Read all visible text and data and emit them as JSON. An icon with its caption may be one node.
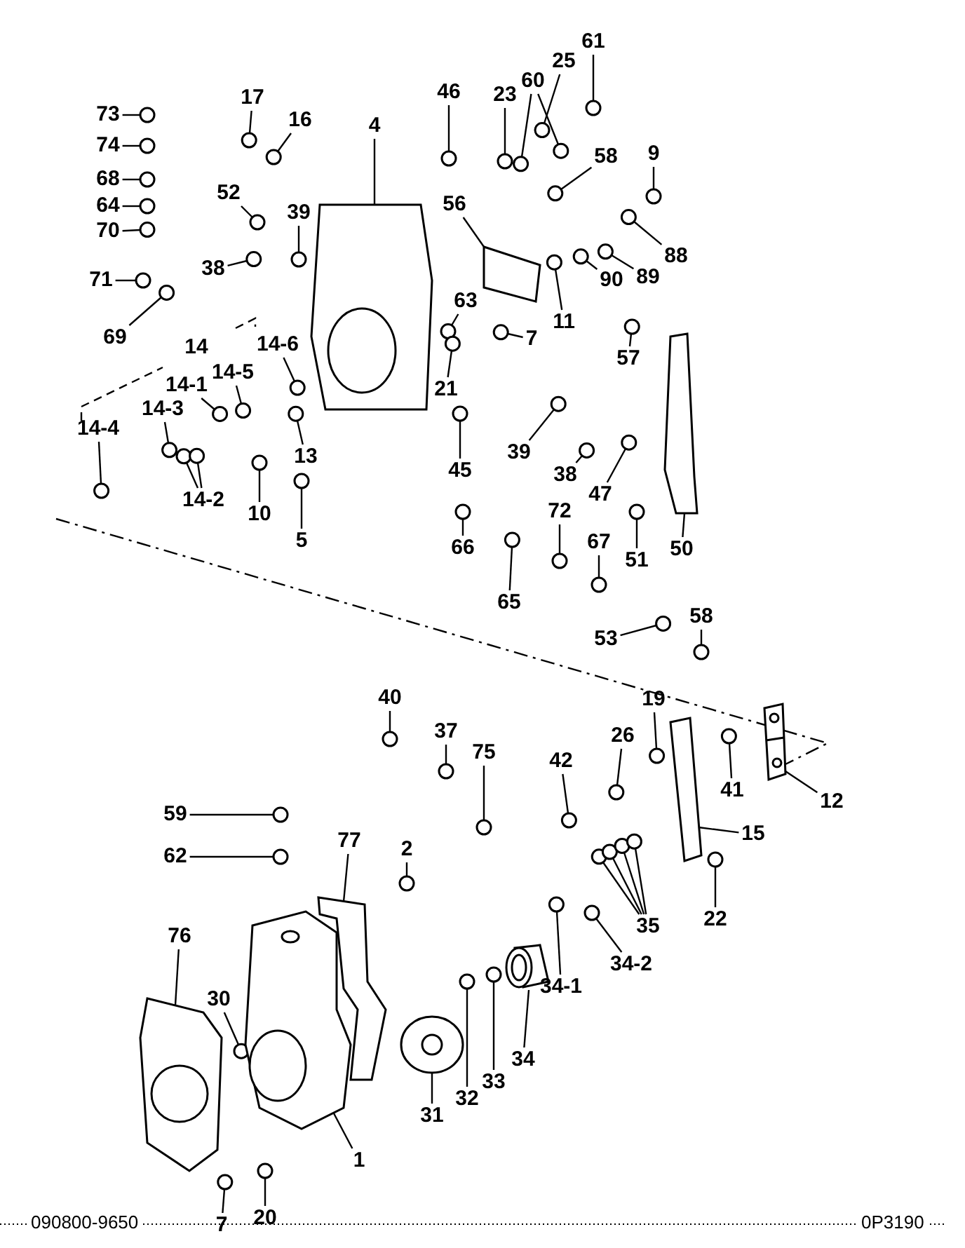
{
  "diagram": {
    "nodes": [
      {
        "text": [
          "73"
        ]
      },
      {
        "text": [
          "74"
        ]
      },
      {
        "text": [
          "68"
        ]
      },
      {
        "text": [
          "64"
        ]
      },
      {
        "text": [
          "70"
        ]
      },
      {
        "text": [
          "71"
        ]
      },
      {
        "text": [
          "17"
        ]
      },
      {
        "text": [
          "16"
        ]
      },
      {
        "text": [
          "4"
        ]
      },
      {
        "text": [
          "46"
        ]
      },
      {
        "text": [
          "23"
        ]
      },
      {
        "text": [
          "60"
        ]
      },
      {
        "text": [
          "25"
        ]
      },
      {
        "text": [
          "61"
        ]
      },
      {
        "text": [
          "9"
        ]
      },
      {
        "text": [
          "58"
        ]
      },
      {
        "text": [
          "52"
        ]
      },
      {
        "text": [
          "39"
        ]
      },
      {
        "text": [
          "56"
        ]
      },
      {
        "text": [
          "38"
        ]
      },
      {
        "text": [
          "88"
        ]
      },
      {
        "text": [
          "89"
        ]
      },
      {
        "text": [
          "90"
        ]
      },
      {
        "text": [
          "63"
        ]
      },
      {
        "text": [
          "7"
        ]
      },
      {
        "text": [
          "11"
        ]
      },
      {
        "text": [
          "57"
        ]
      },
      {
        "text": [
          "69"
        ]
      },
      {
        "text": [
          "14"
        ]
      },
      {
        "text": [
          "14-6"
        ]
      },
      {
        "text": [
          "14-5"
        ]
      },
      {
        "text": [
          "14-1"
        ]
      },
      {
        "text": [
          "14-3"
        ]
      },
      {
        "text": [
          "14-4"
        ]
      },
      {
        "text": [
          "14-2"
        ]
      },
      {
        "text": [
          "13"
        ]
      },
      {
        "text": [
          "10"
        ]
      },
      {
        "text": [
          "5"
        ]
      },
      {
        "text": [
          "21"
        ]
      },
      {
        "text": [
          "45"
        ]
      },
      {
        "text": [
          "39"
        ]
      },
      {
        "text": [
          "38"
        ]
      },
      {
        "text": [
          "47"
        ]
      },
      {
        "text": [
          "50"
        ]
      },
      {
        "text": [
          "51"
        ]
      },
      {
        "text": [
          "72"
        ]
      },
      {
        "text": [
          "67"
        ]
      },
      {
        "text": [
          "66"
        ]
      },
      {
        "text": [
          "65"
        ]
      },
      {
        "text": [
          "53"
        ]
      },
      {
        "text": [
          "58"
        ]
      },
      {
        "text": [
          "40"
        ]
      },
      {
        "text": [
          "37"
        ]
      },
      {
        "text": [
          "75"
        ]
      },
      {
        "text": [
          "19"
        ]
      },
      {
        "text": [
          "26"
        ]
      },
      {
        "text": [
          "42"
        ]
      },
      {
        "text": [
          "41"
        ]
      },
      {
        "text": [
          "12"
        ]
      },
      {
        "text": [
          "15"
        ]
      },
      {
        "text": [
          "22"
        ]
      },
      {
        "text": [
          "35"
        ]
      },
      {
        "text": [
          "59"
        ]
      },
      {
        "text": [
          "62"
        ]
      },
      {
        "text": [
          "77"
        ]
      },
      {
        "text": [
          "2"
        ]
      },
      {
        "text": [
          "34-2"
        ]
      },
      {
        "text": [
          "34-1"
        ]
      },
      {
        "text": [
          "34"
        ]
      },
      {
        "text": [
          "33"
        ]
      },
      {
        "text": [
          "32"
        ]
      },
      {
        "text": [
          "31"
        ]
      },
      {
        "text": [
          "76"
        ]
      },
      {
        "text": [
          "30"
        ]
      },
      {
        "text": [
          "1"
        ]
      },
      {
        "text": [
          "7"
        ]
      },
      {
        "text": [
          "20"
        ]
      },
      {
        "text": [],
        "shape": "circle"
      },
      {
        "text": [],
        "shape": "circle"
      },
      {
        "text": [],
        "shape": "circle"
      },
      {
        "text": [],
        "shape": "circle"
      },
      {
        "text": [],
        "shape": "circle"
      },
      {
        "text": [],
        "shape": "circle"
      },
      {
        "text": [],
        "shape": "circle"
      },
      {
        "text": [],
        "shape": "circle"
      },
      {
        "text": [],
        "shape": "picture"
      },
      {
        "text": [],
        "shape": "circle"
      },
      {
        "text": [],
        "shape": "circle"
      },
      {
        "text": [],
        "shape": "circle"
      },
      {
        "text": [],
        "shape": "circle"
      },
      {
        "text": [],
        "shape": "circle"
      },
      {
        "text": [],
        "shape": "circle"
      },
      {
        "text": [],
        "shape": "circle"
      },
      {
        "text": [],
        "shape": "circle"
      },
      {
        "text": [],
        "shape": "circle"
      },
      {
        "text": [],
        "shape": "circle"
      },
      {
        "text": [],
        "shape": "picture"
      },
      {
        "text": [],
        "shape": "circle"
      },
      {
        "text": [],
        "shape": "circle"
      },
      {
        "text": [],
        "shape": "circle"
      },
      {
        "text": [],
        "shape": "circle"
      },
      {
        "text": [],
        "shape": "circle"
      },
      {
        "text": [],
        "shape": "circle"
      },
      {
        "text": [],
        "shape": "circle"
      },
      {
        "text": [],
        "shape": "circle"
      },
      {
        "text": [],
        "shape": "circle"
      },
      {
        "text": [],
        "shape": "circle"
      },
      {
        "text": [],
        "shape": "circle"
      },
      {
        "text": [],
        "shape": "circle"
      },
      {
        "text": [],
        "shape": "circle"
      },
      {
        "text": [],
        "shape": "circle"
      },
      {
        "text": [],
        "shape": "circle"
      },
      {
        "text": [],
        "shape": "circle"
      },
      {
        "text": [],
        "shape": "circle"
      },
      {
        "text": [],
        "shape": "circle"
      },
      {
        "text": [],
        "shape": "circle"
      },
      {
        "text": [],
        "shape": "circle"
      },
      {
        "text": [],
        "shape": "circle"
      },
      {
        "text": [],
        "shape": "circle"
      },
      {
        "text": [],
        "shape": "circle"
      },
      {
        "text": [],
        "shape": "circle"
      },
      {
        "text": [],
        "shape": "picture"
      },
      {
        "text": [],
        "shape": "circle"
      },
      {
        "text": [],
        "shape": "circle"
      },
      {
        "text": [],
        "shape": "circle"
      },
      {
        "text": [],
        "shape": "circle"
      },
      {
        "text": [],
        "shape": "circle"
      },
      {
        "text": [],
        "shape": "circle"
      },
      {
        "text": [],
        "shape": "circle"
      },
      {
        "text": [],
        "shape": "circle"
      },
      {
        "text": [],
        "shape": "circle"
      },
      {
        "text": [],
        "shape": "circle"
      },
      {
        "text": [],
        "shape": "circle"
      },
      {
        "text": [],
        "shape": "circle"
      },
      {
        "text": [],
        "shape": "circle"
      },
      {
        "text": [],
        "shape": "circle"
      },
      {
        "text": [],
        "shape": "picture"
      },
      {
        "text": [],
        "shape": "picture"
      },
      {
        "text": [],
        "shape": "circle"
      },
      {
        "text": [],
        "shape": "circle"
      },
      {
        "text": [],
        "shape": "circle"
      },
      {
        "text": [],
        "shape": "circle"
      },
      {
        "text": [],
        "shape": "circle"
      },
      {
        "text": [],
        "shape": "circle"
      },
      {
        "text": [],
        "shape": "circle"
      },
      {
        "text": [],
        "shape": "picture"
      },
      {
        "text": [],
        "shape": "circle"
      },
      {
        "text": [],
        "shape": "circle"
      },
      {
        "text": [],
        "shape": "circle"
      },
      {
        "text": [],
        "shape": "picture"
      },
      {
        "text": [],
        "shape": "circle"
      },
      {
        "text": [],
        "shape": "circle"
      },
      {
        "text": [],
        "shape": "picture"
      },
      {
        "text": [],
        "shape": "picture"
      },
      {
        "text": [],
        "shape": "circle"
      },
      {
        "text": [],
        "shape": "picture"
      },
      {
        "text": [],
        "shape": "circle"
      },
      {
        "text": [],
        "shape": "circle"
      }
    ],
    "edges": [
      {
        "from": 0,
        "to": 77,
        "arrow": "none"
      },
      {
        "from": 1,
        "to": 78,
        "arrow": "none"
      },
      {
        "from": 2,
        "to": 79,
        "arrow": "none"
      },
      {
        "from": 3,
        "to": 80,
        "arrow": "none"
      },
      {
        "from": 4,
        "to": 81,
        "arrow": "none"
      },
      {
        "from": 5,
        "to": 82,
        "arrow": "none"
      },
      {
        "from": 6,
        "to": 83,
        "arrow": "none"
      },
      {
        "from": 7,
        "to": 84,
        "arrow": "none"
      },
      {
        "from": 8,
        "to": 85,
        "arrow": "none"
      },
      {
        "from": 9,
        "to": 86,
        "arrow": "none"
      },
      {
        "from": 10,
        "to": 87,
        "arrow": "none"
      },
      {
        "from": 11,
        "to": 88,
        "arrow": "none"
      },
      {
        "from": 11,
        "to": 89,
        "arrow": "none"
      },
      {
        "from": 12,
        "to": 90,
        "arrow": "none"
      },
      {
        "from": 13,
        "to": 91,
        "arrow": "none"
      },
      {
        "from": 14,
        "to": 92,
        "arrow": "none"
      },
      {
        "from": 15,
        "to": 93,
        "arrow": "none"
      },
      {
        "from": 16,
        "to": 94,
        "arrow": "none"
      },
      {
        "from": 17,
        "to": 95,
        "arrow": "none"
      },
      {
        "from": 18,
        "to": 96,
        "arrow": "none"
      },
      {
        "from": 19,
        "to": 97,
        "arrow": "none"
      },
      {
        "from": 20,
        "to": 98,
        "arrow": "none"
      },
      {
        "from": 21,
        "to": 99,
        "arrow": "none"
      },
      {
        "from": 22,
        "to": 100,
        "arrow": "none"
      },
      {
        "from": 23,
        "to": 101,
        "arrow": "none"
      },
      {
        "from": 24,
        "to": 102,
        "arrow": "none"
      },
      {
        "from": 25,
        "to": 103,
        "arrow": "none"
      },
      {
        "from": 26,
        "to": 104,
        "arrow": "none"
      },
      {
        "from": 27,
        "to": 105,
        "arrow": "none"
      },
      {
        "from": 29,
        "to": 106,
        "arrow": "none"
      },
      {
        "from": 30,
        "to": 107,
        "arrow": "none"
      },
      {
        "from": 31,
        "to": 108,
        "arrow": "none"
      },
      {
        "from": 32,
        "to": 109,
        "arrow": "none"
      },
      {
        "from": 33,
        "to": 110,
        "arrow": "none"
      },
      {
        "from": 34,
        "to": 111,
        "arrow": "none"
      },
      {
        "from": 34,
        "to": 112,
        "arrow": "none"
      },
      {
        "from": 35,
        "to": 113,
        "arrow": "none"
      },
      {
        "from": 36,
        "to": 114,
        "arrow": "none"
      },
      {
        "from": 37,
        "to": 115,
        "arrow": "none"
      },
      {
        "from": 38,
        "to": 116,
        "arrow": "none"
      },
      {
        "from": 39,
        "to": 117,
        "arrow": "none"
      },
      {
        "from": 40,
        "to": 118,
        "arrow": "none"
      },
      {
        "from": 41,
        "to": 119,
        "arrow": "none"
      },
      {
        "from": 42,
        "to": 120,
        "arrow": "none"
      },
      {
        "from": 43,
        "to": 121,
        "arrow": "none"
      },
      {
        "from": 44,
        "to": 122,
        "arrow": "none"
      },
      {
        "from": 45,
        "to": 123,
        "arrow": "none"
      },
      {
        "from": 46,
        "to": 124,
        "arrow": "none"
      },
      {
        "from": 47,
        "to": 125,
        "arrow": "none"
      },
      {
        "from": 48,
        "to": 126,
        "arrow": "none"
      },
      {
        "from": 49,
        "to": 127,
        "arrow": "none"
      },
      {
        "from": 50,
        "to": 128,
        "arrow": "none"
      },
      {
        "from": 51,
        "to": 129,
        "arrow": "none"
      },
      {
        "from": 52,
        "to": 130,
        "arrow": "none"
      },
      {
        "from": 53,
        "to": 131,
        "arrow": "none"
      },
      {
        "from": 54,
        "to": 132,
        "arrow": "none"
      },
      {
        "from": 55,
        "to": 133,
        "arrow": "none"
      },
      {
        "from": 56,
        "to": 134,
        "arrow": "none"
      },
      {
        "from": 57,
        "to": 135,
        "arrow": "none"
      },
      {
        "from": 58,
        "to": 136,
        "arrow": "none"
      },
      {
        "from": 59,
        "to": 137,
        "arrow": "none"
      },
      {
        "from": 60,
        "to": 138,
        "arrow": "none"
      },
      {
        "from": 61,
        "to": 139,
        "arrow": "none"
      },
      {
        "from": 61,
        "to": 140,
        "arrow": "none"
      },
      {
        "from": 61,
        "to": 141,
        "arrow": "none"
      },
      {
        "from": 61,
        "to": 142,
        "arrow": "none"
      },
      {
        "from": 62,
        "to": 143,
        "arrow": "none"
      },
      {
        "from": 63,
        "to": 144,
        "arrow": "none"
      },
      {
        "from": 64,
        "to": 145,
        "arrow": "none"
      },
      {
        "from": 65,
        "to": 146,
        "arrow": "none"
      },
      {
        "from": 66,
        "to": 147,
        "arrow": "none"
      },
      {
        "from": 67,
        "to": 148,
        "arrow": "none"
      },
      {
        "from": 68,
        "to": 149,
        "arrow": "none"
      },
      {
        "from": 69,
        "to": 150,
        "arrow": "none"
      },
      {
        "from": 70,
        "to": 151,
        "arrow": "none"
      },
      {
        "from": 71,
        "to": 152,
        "arrow": "none"
      },
      {
        "from": 72,
        "to": 153,
        "arrow": "none"
      },
      {
        "from": 73,
        "to": 154,
        "arrow": "none"
      },
      {
        "from": 74,
        "to": 155,
        "arrow": "none"
      },
      {
        "from": 75,
        "to": 156,
        "arrow": "none"
      },
      {
        "from": 76,
        "to": 157,
        "arrow": "none"
      }
    ],
    "labels": [
      "090800-9650",
      "0P3190"
    ]
  }
}
